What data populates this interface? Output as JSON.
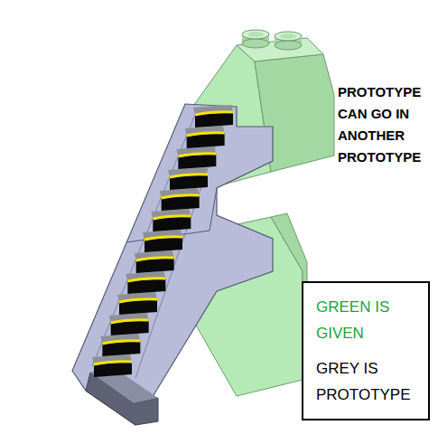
{
  "diagram": {
    "nodes": [
      {
        "text": [
          "GREEN IS GIVEN",
          "GREY IS PROTOTYPE"
        ]
      }
    ],
    "labels": [
      "PROTOTYPE CAN GO IN ANOTHER PROTOTYPE"
    ]
  }
}
